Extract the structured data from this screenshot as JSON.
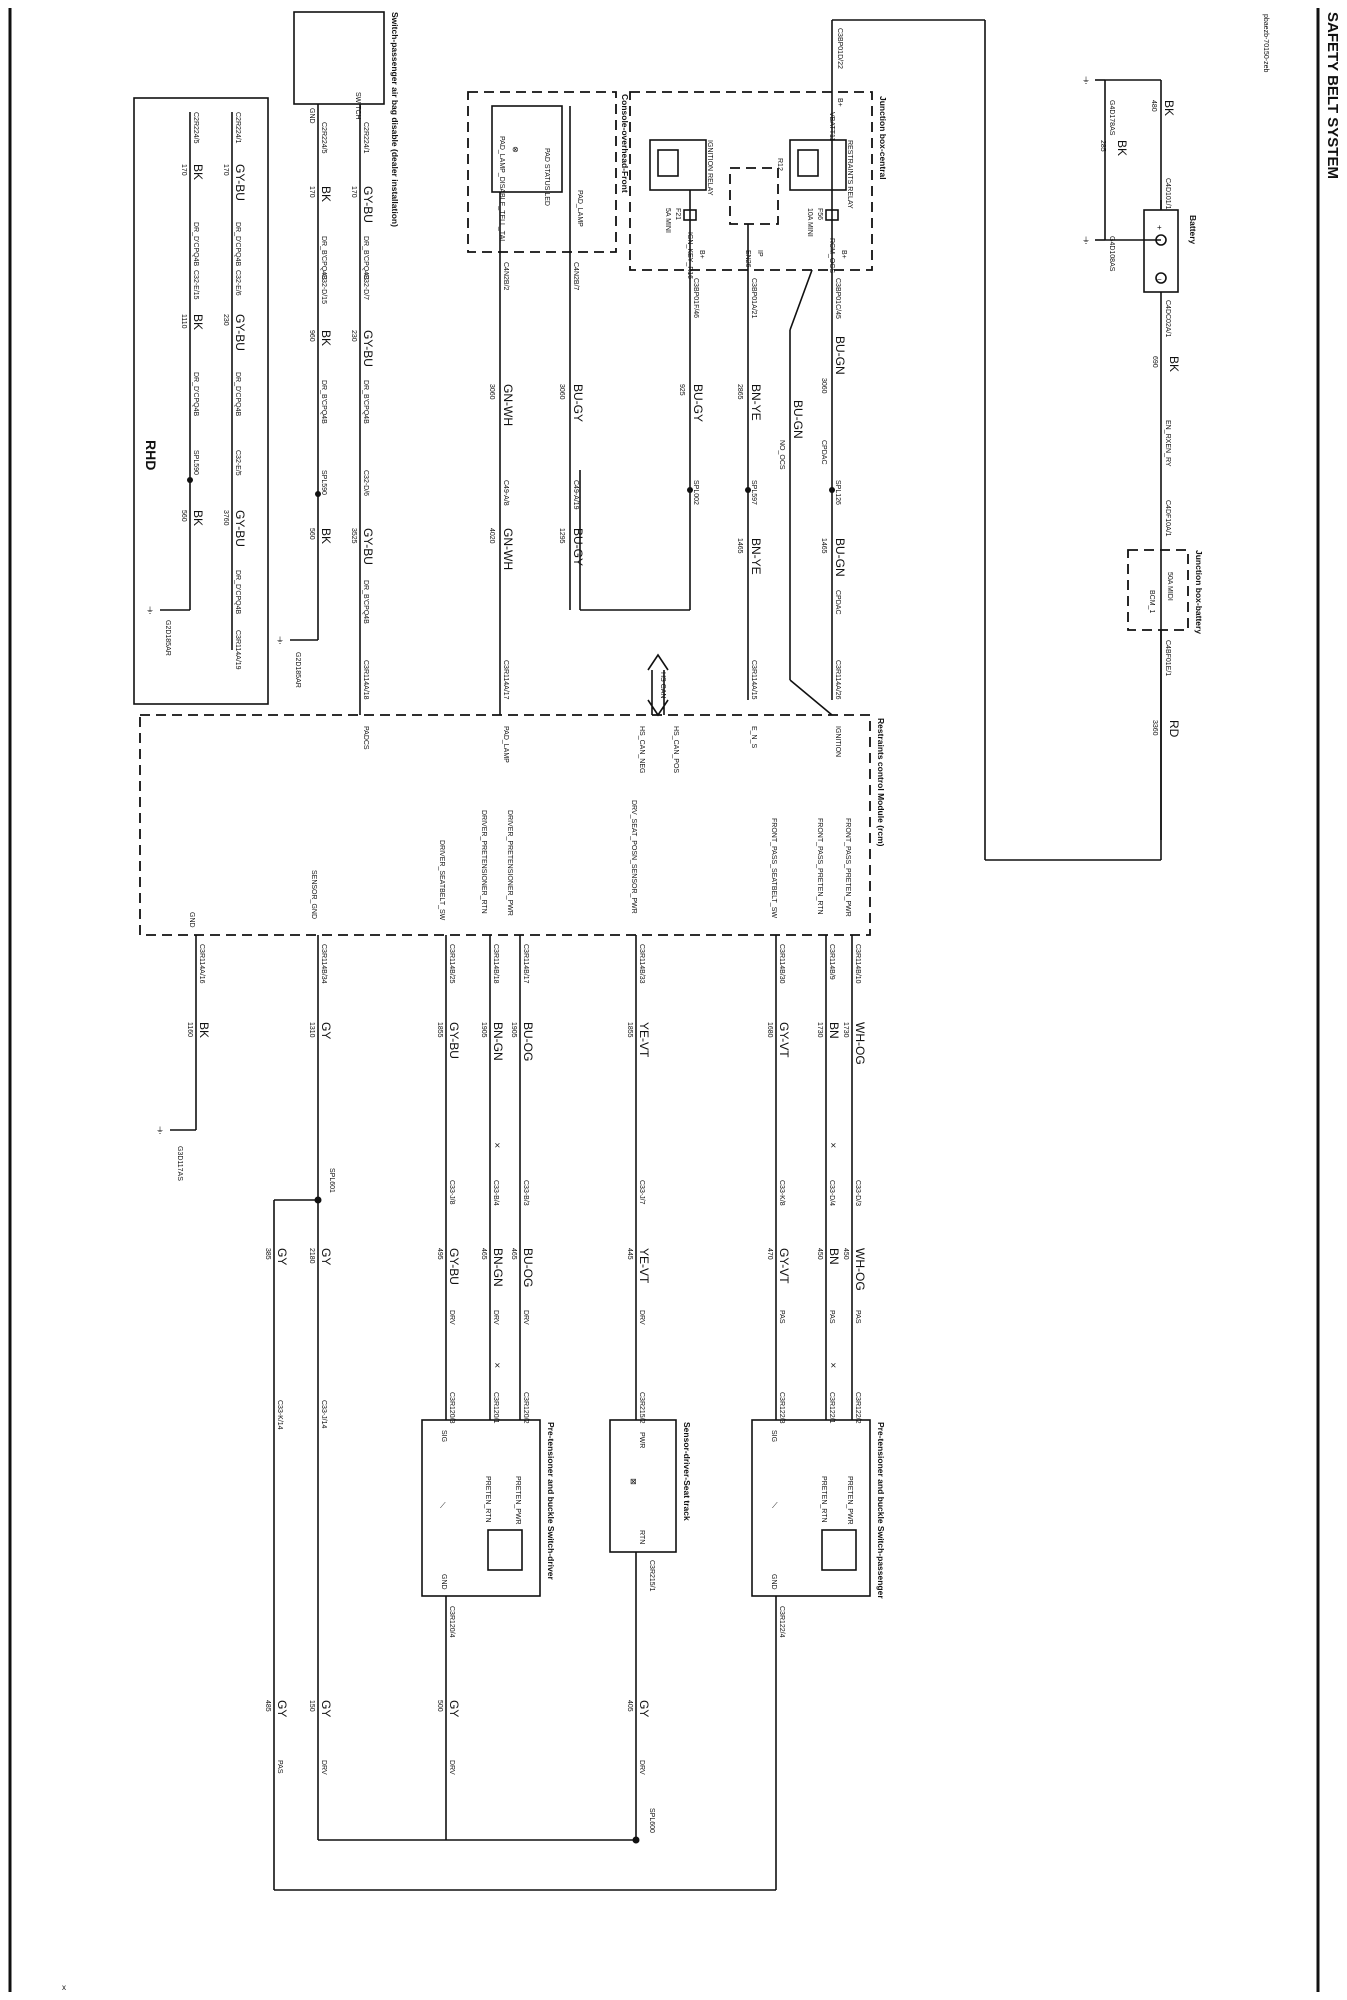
{
  "page": {
    "title": "SAFETY BELT SYSTEM",
    "ref": "pbaezb-70150-zeb",
    "corner_mark": "x"
  },
  "components": {
    "battery": "Battery",
    "jb_battery": "Junction box-battery",
    "jb_central": "Junction box-central",
    "console": "Console-overhead-Front",
    "switch_pab": "Switch-passenger air bag disable (dealer installation)",
    "rcm": "Restraints control Module (rcm)",
    "pretensioner_pass": "Pre-tensioner and buckle Switch-passenger",
    "sensor_driver": "Sensor-driver-Seat track",
    "pretensioner_driver": "Pre-tensioner and buckle Switch-driver",
    "rhd": "RHD"
  },
  "labels": {
    "pad_status_led": "PAD STATUS LED",
    "pad_lamp": "PAD_LAMP",
    "pad_lamp_disable": "PAD_LAMP_DISABLE_TELL_TAL",
    "switch": "SWITCH",
    "gnd": "GND",
    "vbatt11": "VBATT11",
    "restraints_relay": "RESTRAINTS RELAY",
    "ignition_relay": "IGNITION RELAY",
    "r12": "R12",
    "f56": "F56",
    "f56_rating": "10A MINI",
    "f21": "F21",
    "f21_rating": "5A MINI",
    "rcm_ocs": "RCM_OCS",
    "ign_key_r16": "IGN_KEY_R16",
    "en26": "EN26",
    "bplus": "B+",
    "ip": "IP",
    "bcm_1": "BCM_1",
    "mega_50a": "50A MIDI",
    "en_rxen_ry": "EN_RXEN_RY",
    "cpdac": "CPDAC",
    "no_ocs": "NO_OCS",
    "e_n_s": "E_N_S",
    "ignition": "IGNITION",
    "hs_can_pos": "HS_CAN_POS",
    "hs_can_neg": "HS_CAN_NEG",
    "hs_can": "HS CAN",
    "pad_lamp_rcm": "PAD_LAMP",
    "padcs": "PADCS",
    "front_pass_preten_pwr": "FRONT_PASS_PRETEN_PWR",
    "front_pass_preten_rtn": "FRONT_PASS_PRETEN_RTN",
    "front_pass_seatbelt_sw": "FRONT_PASS_SEATBELT_SW",
    "drv_seat_posn_sensor_pwr": "DRV_SEAT_POSN_SENSOR_PWR",
    "driver_pretensioner_pwr": "DRIVER_PRETENSIONER_PWR",
    "driver_pretensioner_rtn": "DRIVER_PRETENSIONER_RTN",
    "driver_seatbelt_sw": "DRIVER_SEATBELT_SW",
    "sensor_gnd": "SENSOR_GND",
    "gnd_rcm": "GND",
    "preten_pwr": "PRETEN_PWR",
    "preten_rtn": "PRETEN_RTN",
    "sig": "SIG",
    "pwr": "PWR",
    "rtn": "RTN",
    "dr_b_cpq4b": "DR_B'CPQ4B",
    "dr_d_cpq4b": "DR_D'CPQ4B",
    "pas": "PAS",
    "drv": "DRV"
  },
  "grounds": {
    "g1": "G4D178AS",
    "g2": "G4D108AS",
    "g3": "G2D185AR",
    "g4": "G2D185AR",
    "g5": "G3D117AS"
  },
  "connectors": {
    "c4d101": "C4D101/1",
    "c4dc02a1": "C4DC02A/1",
    "c4df10a1": "C4DF10A/1",
    "c4bf01e1": "C4BF01E/1",
    "c3bp01d22": "C3BP01D/22",
    "c3bp01c45": "C3BP01C/45",
    "c3bp01a21": "C3BP01A/21",
    "c3bp01f46": "C3BP01F/46",
    "c4n2b7": "C4N2B/7",
    "c4n2b2": "C4N2B/2",
    "c2r2241": "C2R224/1",
    "c2r2245": "C2R224/5",
    "c2r2241r": "C2R224/1",
    "c2r2245r": "C2R224/5",
    "c32d7": "C32-D/7",
    "c32d15": "C32-D/15",
    "c32e6": "C32-E/6",
    "c32e15": "C32-E/15",
    "c32d6": "C32-D/6",
    "c32e5": "C32-E/5",
    "c49a19": "C49-A/19",
    "c49a8": "C49-A/8",
    "c3r114a26": "C3R114A/26",
    "c3r114a15": "C3R114A/15",
    "c3r114a17": "C3R114A/17",
    "c3r114a18": "C3R114A/18",
    "c3r114a19": "C3R114A/19",
    "c3r114b10": "C3R114B/10",
    "c3r114b9": "C3R114B/9",
    "c3r114b30": "C3R114B/30",
    "c3r114b33": "C3R114B/33",
    "c3r114b17": "C3R114B/17",
    "c3r114b18": "C3R114B/18",
    "c3r114b25": "C3R114B/25",
    "c3r114b34": "C3R114B/34",
    "c3r114a16": "C3R114A/16",
    "c33d3": "C33-D/3",
    "c33d4": "C33-D/4",
    "c33k8": "C33-K/8",
    "c33j7": "C33-J/7",
    "c33b3": "C33-B/3",
    "c33b4": "C33-B/4",
    "c33j8": "C33-J/8",
    "c3r1222": "C3R122/2",
    "c3r1221": "C3R122/1",
    "c3r1223": "C3R122/3",
    "c3r1224": "C3R122/4",
    "c3r2152": "C3R215/2",
    "c3r2151": "C3R215/1",
    "c3r1202": "C3R120/2",
    "c3r1201": "C3R120/1",
    "c3r1203": "C3R120/3",
    "c3r1204": "C3R120/4",
    "c33j14": "C33-J/14",
    "c33k14": "C33-K/14"
  },
  "splices": {
    "spl126": "SPL126",
    "spl597": "SPL597",
    "spl002": "SPL002",
    "spl590": "SPL590",
    "spl590r": "SPL590",
    "spl601": "SPL601",
    "spl600": "SPL600"
  },
  "wires": {
    "bk_480": {
      "color": "BK",
      "circuit": "480"
    },
    "bk_285": {
      "color": "BK",
      "circuit": "285"
    },
    "bk_690": {
      "color": "BK",
      "circuit": "690"
    },
    "rd_3360": {
      "color": "RD",
      "circuit": "3360"
    },
    "bugn_3060": {
      "color": "BU-GN",
      "circuit": "3060"
    },
    "bugn_1465": {
      "color": "BU-GN",
      "circuit": "1465"
    },
    "bnye_2865": {
      "color": "BN-YE",
      "circuit": "2865"
    },
    "bnye_1465": {
      "color": "BN-YE",
      "circuit": "1465"
    },
    "bugy_925": {
      "color": "BU-GY",
      "circuit": "925"
    },
    "bugy_3060": {
      "color": "BU-GY",
      "circuit": "3060"
    },
    "bugy_1295": {
      "color": "BU-GY",
      "circuit": "1295"
    },
    "gnwh_3060": {
      "color": "GN-WH",
      "circuit": "3060"
    },
    "gnwh_4020": {
      "color": "GN-WH",
      "circuit": "4020"
    },
    "gybu_170": {
      "color": "GY-BU",
      "circuit": "170"
    },
    "gybu_230": {
      "color": "GY-BU",
      "circuit": "230"
    },
    "gybu_3525": {
      "color": "GY-BU",
      "circuit": "3525"
    },
    "bk_170": {
      "color": "BK",
      "circuit": "170"
    },
    "bk_960": {
      "color": "BK",
      "circuit": "960"
    },
    "bk_560": {
      "color": "BK",
      "circuit": "560"
    },
    "rhd_gybu_170": {
      "color": "GY-BU",
      "circuit": "170"
    },
    "rhd_gybu_230": {
      "color": "GY-BU",
      "circuit": "230"
    },
    "rhd_gybu_3760": {
      "color": "GY-BU",
      "circuit": "3760"
    },
    "rhd_bk_170": {
      "color": "BK",
      "circuit": "170"
    },
    "rhd_bk_1110": {
      "color": "BK",
      "circuit": "1110"
    },
    "rhd_bk_560": {
      "color": "BK",
      "circuit": "560"
    },
    "whog_1730": {
      "color": "WH-OG",
      "circuit": "1730"
    },
    "bn_1730": {
      "color": "BN",
      "circuit": "1730"
    },
    "gyvt_1680": {
      "color": "GY-VT",
      "circuit": "1680"
    },
    "yevt_1855": {
      "color": "YE-VT",
      "circuit": "1855"
    },
    "buog_1905": {
      "color": "BU-OG",
      "circuit": "1905"
    },
    "bngn_1905": {
      "color": "BN-GN",
      "circuit": "1905"
    },
    "gybu_1855": {
      "color": "GY-BU",
      "circuit": "1855"
    },
    "gy_1310": {
      "color": "GY",
      "circuit": "1310"
    },
    "bk_1160": {
      "color": "BK",
      "circuit": "1160"
    },
    "whog_450": {
      "color": "WH-OG",
      "circuit": "450"
    },
    "bn_450": {
      "color": "BN",
      "circuit": "450"
    },
    "gyvt_470": {
      "color": "GY-VT",
      "circuit": "470"
    },
    "yevt_445": {
      "color": "YE-VT",
      "circuit": "445"
    },
    "buog_465": {
      "color": "BU-OG",
      "circuit": "465"
    },
    "bngn_465": {
      "color": "BN-GN",
      "circuit": "465"
    },
    "gybu_495": {
      "color": "GY-BU",
      "circuit": "495"
    },
    "gy_2180": {
      "color": "GY",
      "circuit": "2180"
    },
    "gy_385": {
      "color": "GY",
      "circuit": "385"
    },
    "gy_405": {
      "color": "GY",
      "circuit": "405"
    },
    "gy_500": {
      "color": "GY",
      "circuit": "500"
    },
    "gy_150": {
      "color": "GY",
      "circuit": "150"
    },
    "gy_485": {
      "color": "GY",
      "circuit": "485"
    }
  }
}
